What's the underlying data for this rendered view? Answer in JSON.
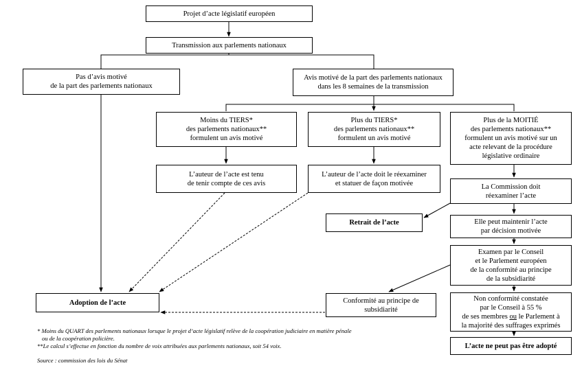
{
  "boxes": {
    "projet": "Projet d’acte législatif européen",
    "transmission": "Transmission aux parlements nationaux",
    "pas_avis": "Pas d’avis motivé\nde la part des parlements nationaux",
    "avis": "Avis motivé de la part des parlements nationaux\ndans les 8 semaines de la transmission",
    "moins_tiers": "Moins du TIERS*\ndes parlements nationaux**\nformulent un avis motivé",
    "plus_tiers": "Plus du TIERS*\ndes parlements nationaux**\nformulent un avis motivé",
    "plus_moitie": "Plus de la MOITIÉ\ndes parlements nationaux**\nformulent un avis motivé sur un\nacte relevant de la procédure\nlégislative ordinaire",
    "auteur_tenu": "L’auteur de l’acte est tenu\nde tenir compte de ces avis",
    "auteur_reexaminer": "L’auteur de l’acte doit le réexaminer\net statuer de façon motivée",
    "commission": "La Commission doit\nréexaminer l’acte",
    "retrait": "Retrait de l’acte",
    "maintenir": "Elle peut maintenir l’acte\npar décision motivée",
    "examen": "Examen par le Conseil\net le Parlement européen\nde la conformité au principe\nde la subsidiarité",
    "adoption": "Adoption de l’acte",
    "conformite": "Conformité au principe de\nsubsidiarité",
    "non_conformite": "Non conformité constatée\npar le Conseil à 55 %\nde ses membres ou le Parlement à\nla majorité des suffrages exprimés",
    "ne_peut": "L’acte ne peut pas être adopté"
  },
  "non_conformite_parts": {
    "line1": "Non conformité constatée",
    "line2": "par le Conseil à 55 %",
    "line3_before": "de ses membres ",
    "line3_underlined": "ou",
    "line3_after": " le Parlement à",
    "line4": "la majorité des suffrages exprimés"
  },
  "footnotes": {
    "note1_line1": "* Moins du QUART des parlements nationaux lorsque le projet d’acte législatif relève de la coopération judiciaire en matière pénale",
    "note1_line2": "ou de la coopération policière.",
    "note2": "**Le calcul s’effectue en fonction du nombre de voix attribuées aux parlements nationaux, soit 54 voix.",
    "source": "Source : commission des lois du Sénat"
  },
  "colors": {
    "line": "#000000",
    "background": "#ffffff"
  }
}
